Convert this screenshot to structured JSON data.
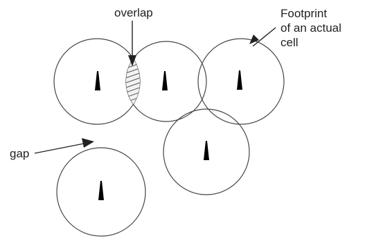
{
  "labels": {
    "overlap": "overlap",
    "footprint_line1": "Footprint",
    "footprint_line2": "of an actual",
    "footprint_line3": "cell",
    "gap": "gap"
  },
  "cell_count": 5,
  "colors": {
    "stroke": "#444444",
    "text": "#222222",
    "background": "#ffffff"
  },
  "icons": [
    "cell-tower-icon"
  ]
}
